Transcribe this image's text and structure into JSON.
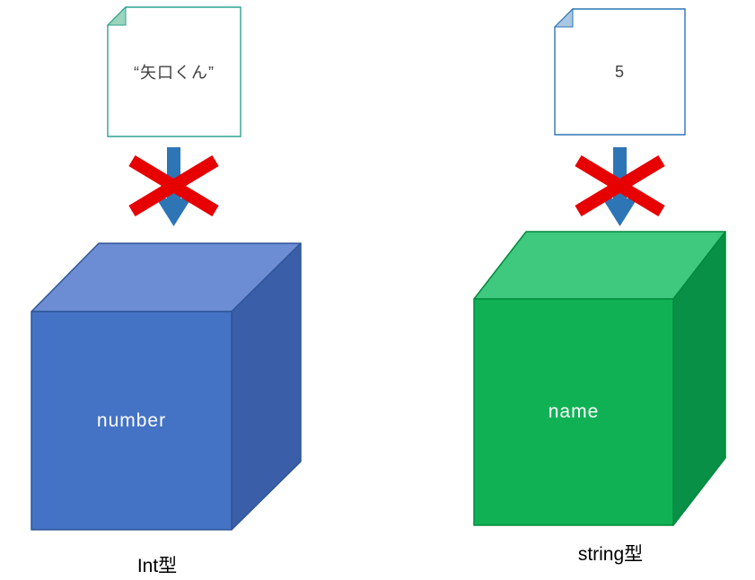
{
  "diagram": {
    "left": {
      "note_text": "“矢口くん”",
      "cube_label": "number",
      "type_label": "Int型",
      "colors": {
        "note_border": "#2FA38D",
        "note_fold": "#9AD4BC",
        "cube_front": "#4472C4",
        "cube_top": "#6C8DD4",
        "cube_side": "#3A5EA8",
        "cube_edge": "#2F5597"
      }
    },
    "right": {
      "note_text": "5",
      "cube_label": "name",
      "type_label": "string型",
      "colors": {
        "note_border": "#2E75B6",
        "note_fold": "#A9C7E2",
        "cube_front": "#10B155",
        "cube_top": "#3FC97E",
        "cube_side": "#089146",
        "cube_edge": "#008A3E"
      }
    },
    "arrow_color": "#2E75B6",
    "x_color": "#E60000",
    "note_fill": "#FFFFFF"
  }
}
